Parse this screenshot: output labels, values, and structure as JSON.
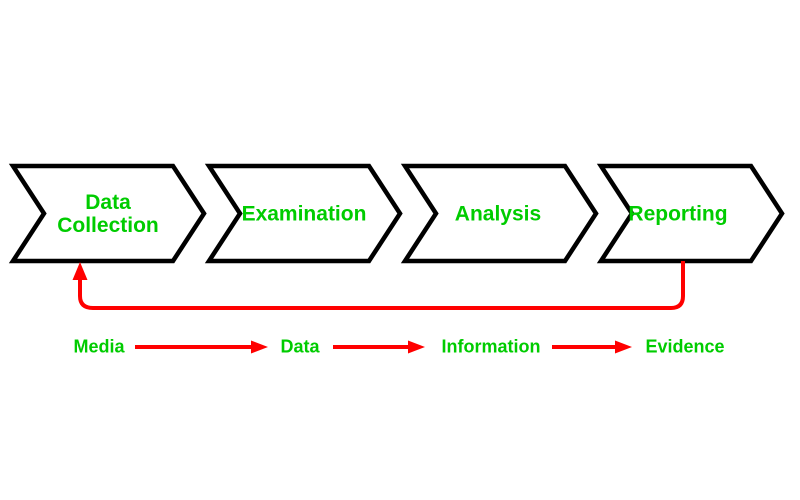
{
  "diagram": {
    "type": "process-flow",
    "stages": [
      {
        "label": "Data Collection"
      },
      {
        "label": "Examination"
      },
      {
        "label": "Analysis"
      },
      {
        "label": "Reporting"
      }
    ],
    "feedback_loop": {
      "from": "Reporting",
      "to": "Data Collection"
    },
    "flow_items": [
      {
        "label": "Media"
      },
      {
        "label": "Data"
      },
      {
        "label": "Information"
      },
      {
        "label": "Evidence"
      }
    ]
  },
  "colors": {
    "stage_border": "#000000",
    "stage_fill": "#ffffff",
    "label_green": "#00cc00",
    "arrow_red": "#ff0000",
    "background": "#ffffff"
  }
}
